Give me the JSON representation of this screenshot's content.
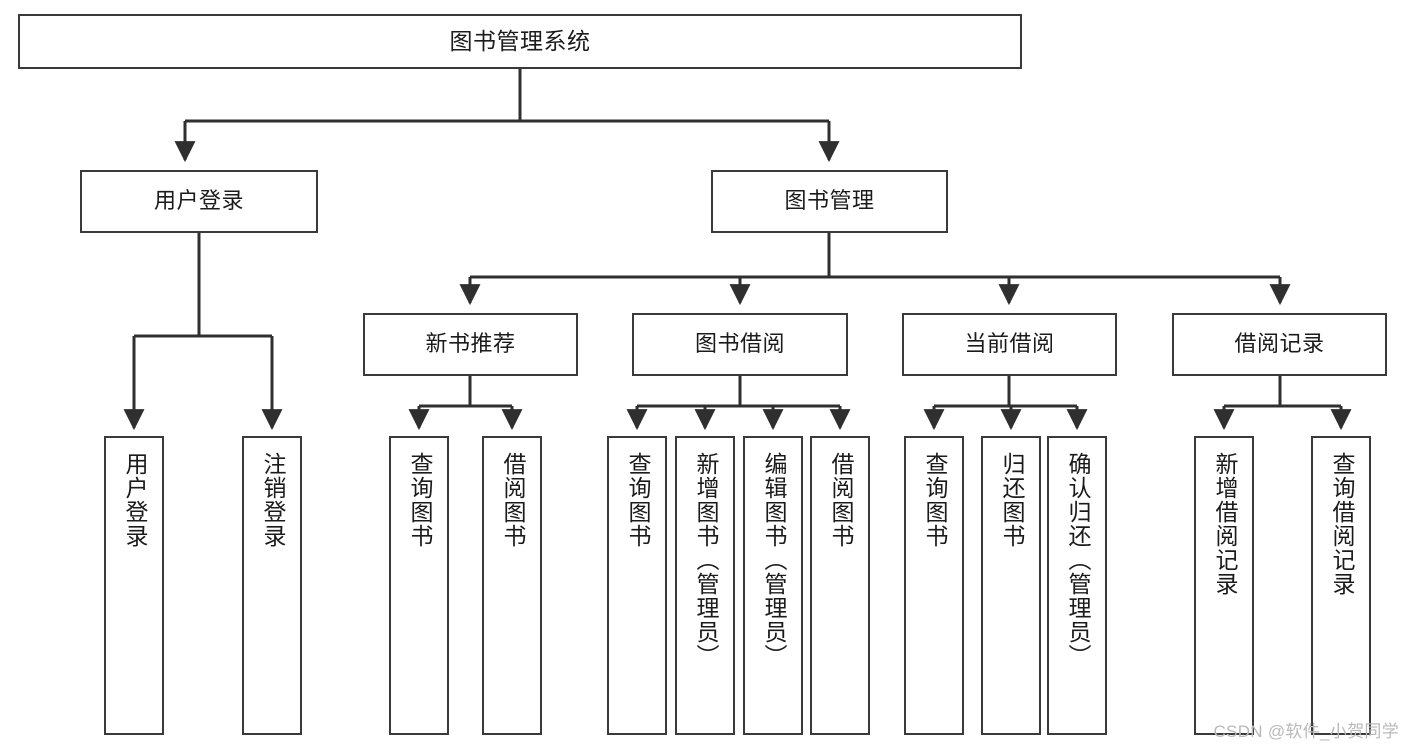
{
  "diagram": {
    "type": "tree-hierarchy",
    "title": "图书管理系统",
    "watermark": "CSDN @软件_小贺同学",
    "colors": {
      "border": "#3a3a3a",
      "background": "#ffffff",
      "text": "#1b1b1b",
      "connector": "#2f2f2f",
      "watermark": "#b9b9b9"
    },
    "nodes": {
      "root": {
        "label": "图书管理系统",
        "level": 1
      },
      "user_login": {
        "label": "用户登录",
        "level": 2
      },
      "book_manage": {
        "label": "图书管理",
        "level": 2
      },
      "new_book_rec": {
        "label": "新书推荐",
        "level": 3
      },
      "book_borrow": {
        "label": "图书借阅",
        "level": 3
      },
      "current_borrow": {
        "label": "当前借阅",
        "level": 3
      },
      "borrow_record": {
        "label": "借阅记录",
        "level": 3
      },
      "leaf_user_login": {
        "label": "用户登录",
        "level": 4
      },
      "leaf_logout": {
        "label": "注销登录",
        "level": 4
      },
      "leaf_query_book_1": {
        "label": "查询图书",
        "level": 4
      },
      "leaf_borrow_book_1": {
        "label": "借阅图书",
        "level": 4
      },
      "leaf_query_book_2": {
        "label": "查询图书",
        "level": 4
      },
      "leaf_add_book": {
        "label": "新增图书（管理员）",
        "level": 4
      },
      "leaf_edit_book": {
        "label": "编辑图书（管理员）",
        "level": 4
      },
      "leaf_borrow_book_2": {
        "label": "借阅图书",
        "level": 4
      },
      "leaf_query_book_3": {
        "label": "查询图书",
        "level": 4
      },
      "leaf_return_book": {
        "label": "归还图书",
        "level": 4
      },
      "leaf_confirm_return": {
        "label": "确认归还（管理员）",
        "level": 4
      },
      "leaf_add_record": {
        "label": "新增借阅记录",
        "level": 4
      },
      "leaf_query_record": {
        "label": "查询借阅记录",
        "level": 4
      }
    },
    "edges": [
      {
        "from": "root",
        "to": "user_login"
      },
      {
        "from": "root",
        "to": "book_manage"
      },
      {
        "from": "user_login",
        "to": "leaf_user_login"
      },
      {
        "from": "user_login",
        "to": "leaf_logout"
      },
      {
        "from": "book_manage",
        "to": "new_book_rec"
      },
      {
        "from": "book_manage",
        "to": "book_borrow"
      },
      {
        "from": "book_manage",
        "to": "current_borrow"
      },
      {
        "from": "book_manage",
        "to": "borrow_record"
      },
      {
        "from": "new_book_rec",
        "to": "leaf_query_book_1"
      },
      {
        "from": "new_book_rec",
        "to": "leaf_borrow_book_1"
      },
      {
        "from": "book_borrow",
        "to": "leaf_query_book_2"
      },
      {
        "from": "book_borrow",
        "to": "leaf_add_book"
      },
      {
        "from": "book_borrow",
        "to": "leaf_edit_book"
      },
      {
        "from": "book_borrow",
        "to": "leaf_borrow_book_2"
      },
      {
        "from": "current_borrow",
        "to": "leaf_query_book_3"
      },
      {
        "from": "current_borrow",
        "to": "leaf_return_book"
      },
      {
        "from": "current_borrow",
        "to": "leaf_confirm_return"
      },
      {
        "from": "borrow_record",
        "to": "leaf_add_record"
      },
      {
        "from": "borrow_record",
        "to": "leaf_query_record"
      }
    ]
  }
}
